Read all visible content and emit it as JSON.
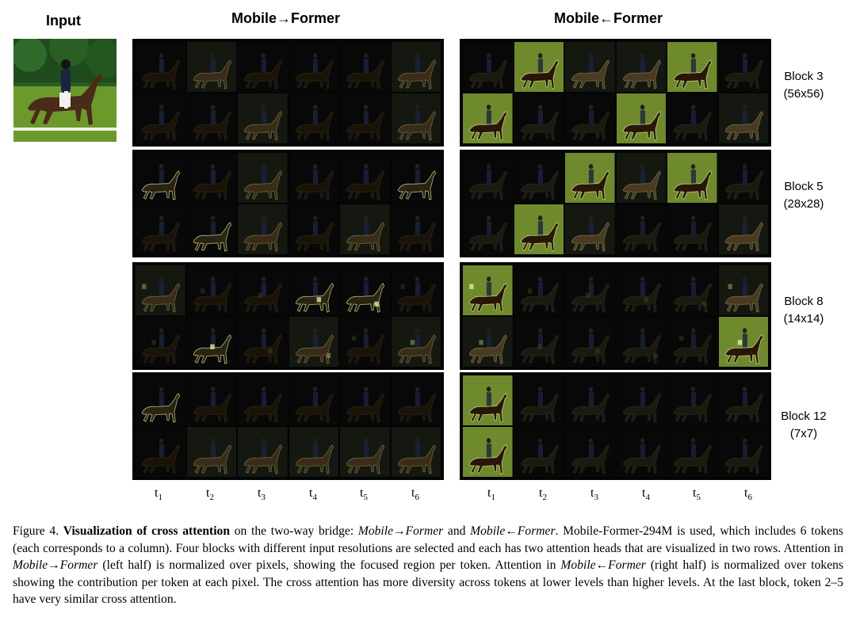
{
  "headers": {
    "input": "Input",
    "mobile_to_former": "Mobile→Former",
    "mobile_from_former": "Mobile←Former"
  },
  "blocks": [
    {
      "name": "Block 3",
      "res": "(56x56)"
    },
    {
      "name": "Block 5",
      "res": "(28x28)"
    },
    {
      "name": "Block 8",
      "res": "(14x14)"
    },
    {
      "name": "Block 12",
      "res": "(7x7)"
    }
  ],
  "tokens": [
    {
      "t": "t",
      "sub": "1"
    },
    {
      "t": "t",
      "sub": "2"
    },
    {
      "t": "t",
      "sub": "3"
    },
    {
      "t": "t",
      "sub": "4"
    },
    {
      "t": "t",
      "sub": "5"
    },
    {
      "t": "t",
      "sub": "6"
    }
  ],
  "caption": {
    "fig": "Figure 4.",
    "bold": "Visualization of cross attention",
    "p1": " on the two-way bridge: ",
    "i1": "Mobile→Former",
    "p2": " and ",
    "i2": "Mobile←Former",
    "p3": ". Mobile-Former-294M is used, which includes 6 tokens (each corresponds to a column). Four blocks with different input resolutions are selected and each has two attention heads that are visualized in two rows. Attention in ",
    "i3": "Mobile→Former",
    "p4": " (left half) is normalized over pixels, showing the focused region per token. Attention in ",
    "i4": "Mobile←Former",
    "p5": " (right half) is normalized over tokens showing the contribution per token at each pixel. The cross attention has more diversity across tokens at lower levels than higher levels. At the last block, token 2–5 have very similar cross attention."
  },
  "colors": {
    "background": "#ffffff",
    "panel": "#050505",
    "grass": "#6b9a2a",
    "trees": "#1f4a1c",
    "horse": "#4a2a1a",
    "rider_coat": "#1c2340",
    "highlight": "#e8f5a0"
  }
}
